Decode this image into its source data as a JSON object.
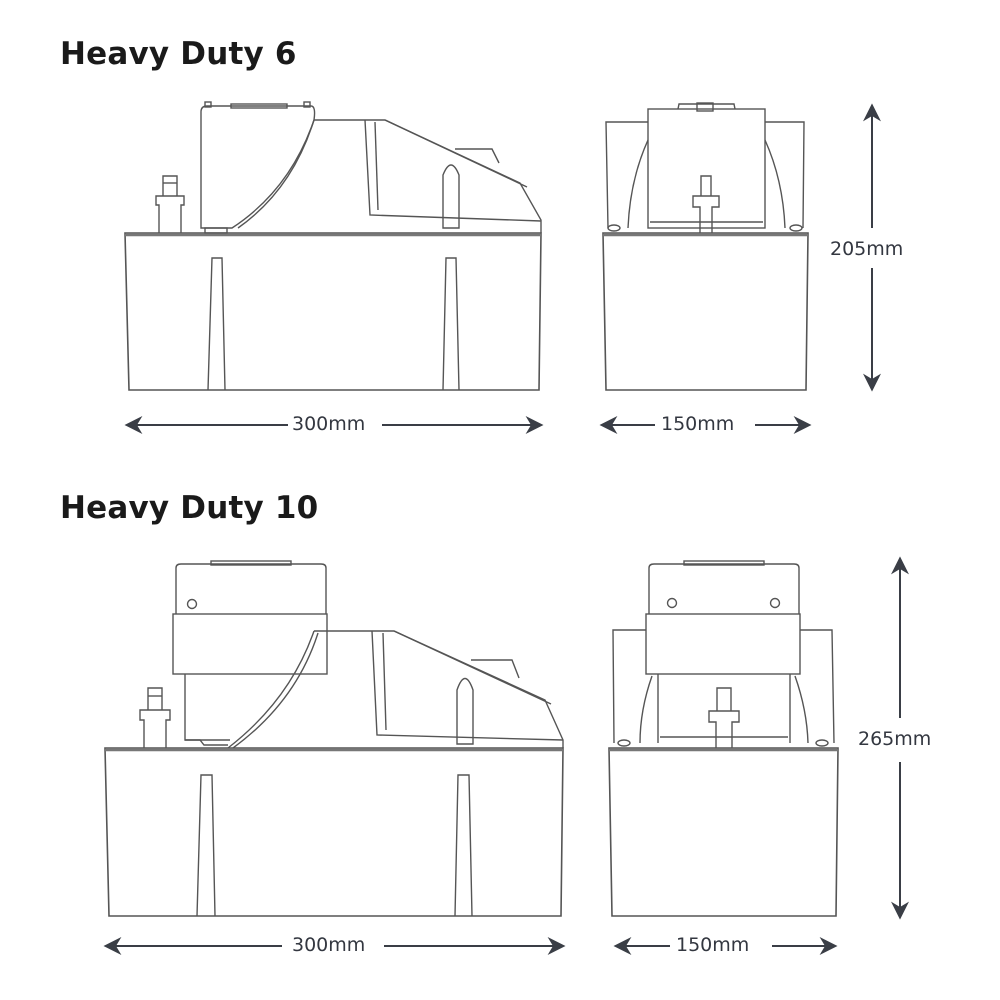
{
  "products": [
    {
      "title": "Heavy Duty 6",
      "dimensions": {
        "width": "300mm",
        "depth": "150mm",
        "height": "205mm"
      },
      "views": [
        "side-view",
        "front-view"
      ]
    },
    {
      "title": "Heavy Duty 10",
      "dimensions": {
        "width": "300mm",
        "depth": "150mm",
        "height": "265mm"
      },
      "views": [
        "side-view",
        "front-view"
      ]
    }
  ],
  "colors": {
    "line": "#4a4a4a",
    "arrow": "#3a3e46",
    "text": "#1a1a1a"
  }
}
